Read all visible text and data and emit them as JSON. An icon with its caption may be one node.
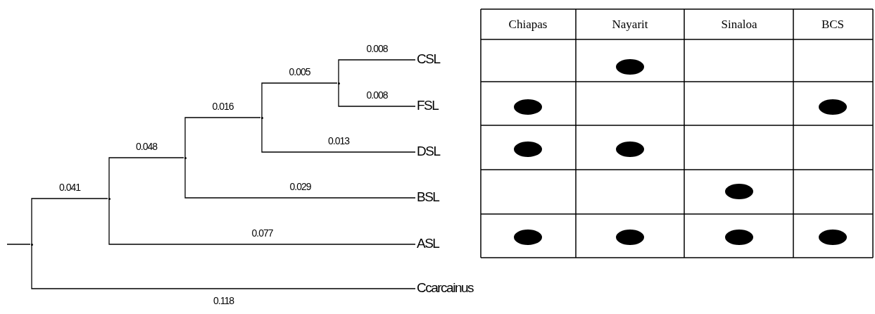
{
  "diagram": {
    "nodes": [
      {
        "text": [
          "CSL"
        ]
      },
      {
        "text": [
          "FSL"
        ]
      },
      {
        "text": [
          "DSL"
        ]
      },
      {
        "text": [
          "BSL"
        ]
      },
      {
        "text": [
          "ASL"
        ]
      },
      {
        "text": [
          "Ccarcainus"
        ]
      },
      {
        "text": [],
        "shape": "point"
      },
      {
        "text": [],
        "shape": "point"
      },
      {
        "text": [],
        "shape": "point"
      },
      {
        "text": [],
        "shape": "point"
      },
      {
        "text": [],
        "shape": "point"
      },
      {
        "text": [],
        "shape": "ellipse"
      },
      {
        "text": [],
        "shape": "ellipse"
      },
      {
        "text": [],
        "shape": "ellipse"
      },
      {
        "text": [],
        "shape": "ellipse"
      },
      {
        "text": [],
        "shape": "ellipse"
      },
      {
        "text": [],
        "shape": "ellipse"
      },
      {
        "text": [],
        "shape": "ellipse"
      },
      {
        "text": [],
        "shape": "ellipse"
      },
      {
        "text": [],
        "shape": "ellipse"
      },
      {
        "text": [],
        "shape": "ellipse"
      }
    ],
    "edges": [
      {
        "from": null,
        "to": 6,
        "arrow": "none"
      },
      {
        "from": 6,
        "to": 7,
        "arrow": "none",
        "label": "0.041"
      },
      {
        "from": 6,
        "to": 5,
        "arrow": "none",
        "label": "0.118"
      },
      {
        "from": 7,
        "to": 8,
        "arrow": "none",
        "label": "0.048"
      },
      {
        "from": 7,
        "to": 4,
        "arrow": "none",
        "label": "0.077"
      },
      {
        "from": 8,
        "to": 9,
        "arrow": "none",
        "label": "0.016"
      },
      {
        "from": 8,
        "to": 3,
        "arrow": "none",
        "label": "0.029"
      },
      {
        "from": 9,
        "to": 10,
        "arrow": "none",
        "label": "0.005"
      },
      {
        "from": 9,
        "to": 2,
        "arrow": "none",
        "label": "0.013"
      },
      {
        "from": 10,
        "to": 0,
        "arrow": "none",
        "label": "0.008"
      },
      {
        "from": 10,
        "to": 1,
        "arrow": "none",
        "label": "0.008"
      }
    ],
    "labels": [
      "Chiapas",
      "Nayarit",
      "Sinaloa",
      "BCS"
    ]
  }
}
